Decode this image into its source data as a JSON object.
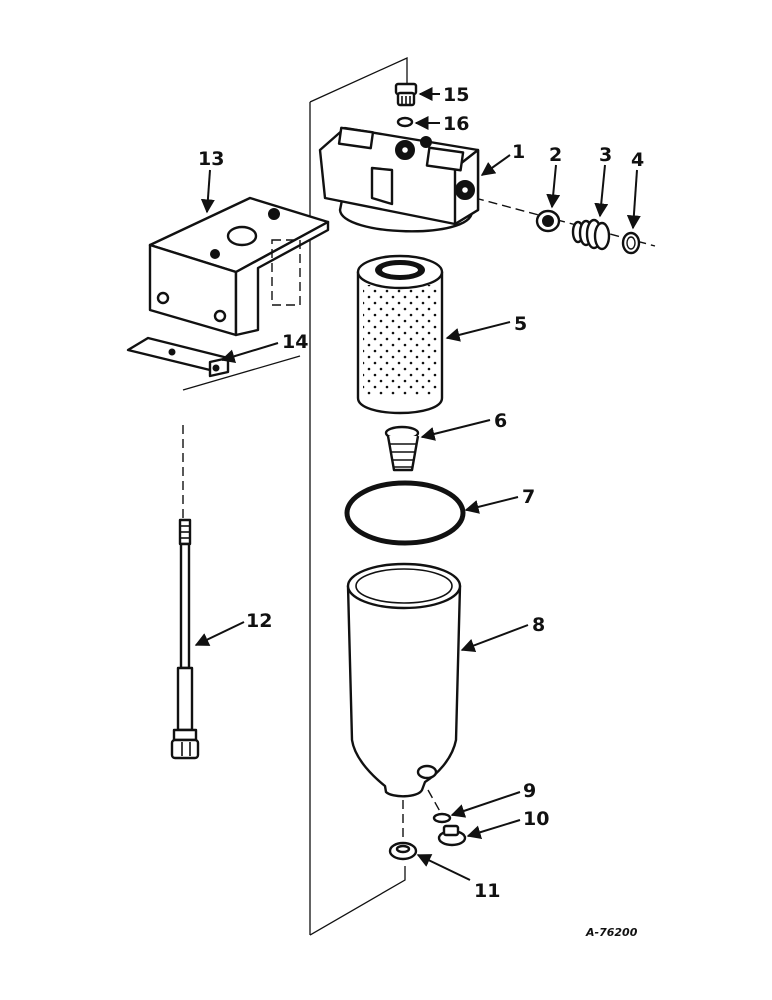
{
  "callouts": [
    {
      "id": "1",
      "label": "1"
    },
    {
      "id": "2",
      "label": "2"
    },
    {
      "id": "3",
      "label": "3"
    },
    {
      "id": "4",
      "label": "4"
    },
    {
      "id": "5",
      "label": "5"
    },
    {
      "id": "6",
      "label": "6"
    },
    {
      "id": "7",
      "label": "7"
    },
    {
      "id": "8",
      "label": "8"
    },
    {
      "id": "9",
      "label": "9"
    },
    {
      "id": "10",
      "label": "10"
    },
    {
      "id": "11",
      "label": "11"
    },
    {
      "id": "12",
      "label": "12"
    },
    {
      "id": "13",
      "label": "13"
    },
    {
      "id": "14",
      "label": "14"
    },
    {
      "id": "15",
      "label": "15"
    },
    {
      "id": "16",
      "label": "16"
    }
  ],
  "reference_code": "A-76200"
}
